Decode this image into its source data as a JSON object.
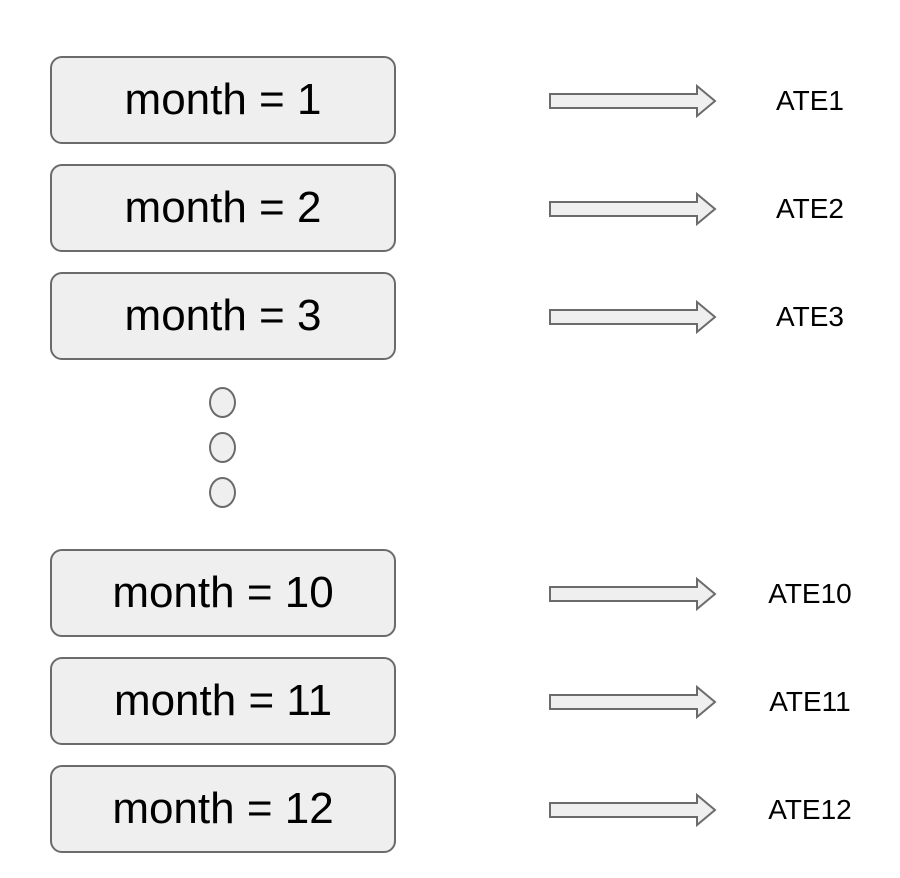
{
  "rows": [
    {
      "month_label": "month = 1",
      "ate_label": "ATE1"
    },
    {
      "month_label": "month = 2",
      "ate_label": "ATE2"
    },
    {
      "month_label": "month = 3",
      "ate_label": "ATE3"
    },
    {
      "month_label": "month = 10",
      "ate_label": "ATE10"
    },
    {
      "month_label": "month = 11",
      "ate_label": "ATE11"
    },
    {
      "month_label": "month = 12",
      "ate_label": "ATE12"
    }
  ],
  "colors": {
    "box_fill": "#efefef",
    "box_border": "#6b6b6b",
    "arrow_fill": "#efefef",
    "arrow_stroke": "#6b6b6b",
    "text": "#000000"
  },
  "icons": {
    "arrow": "right-block-arrow-icon",
    "ellipsis": "vertical-ellipsis-dots"
  }
}
